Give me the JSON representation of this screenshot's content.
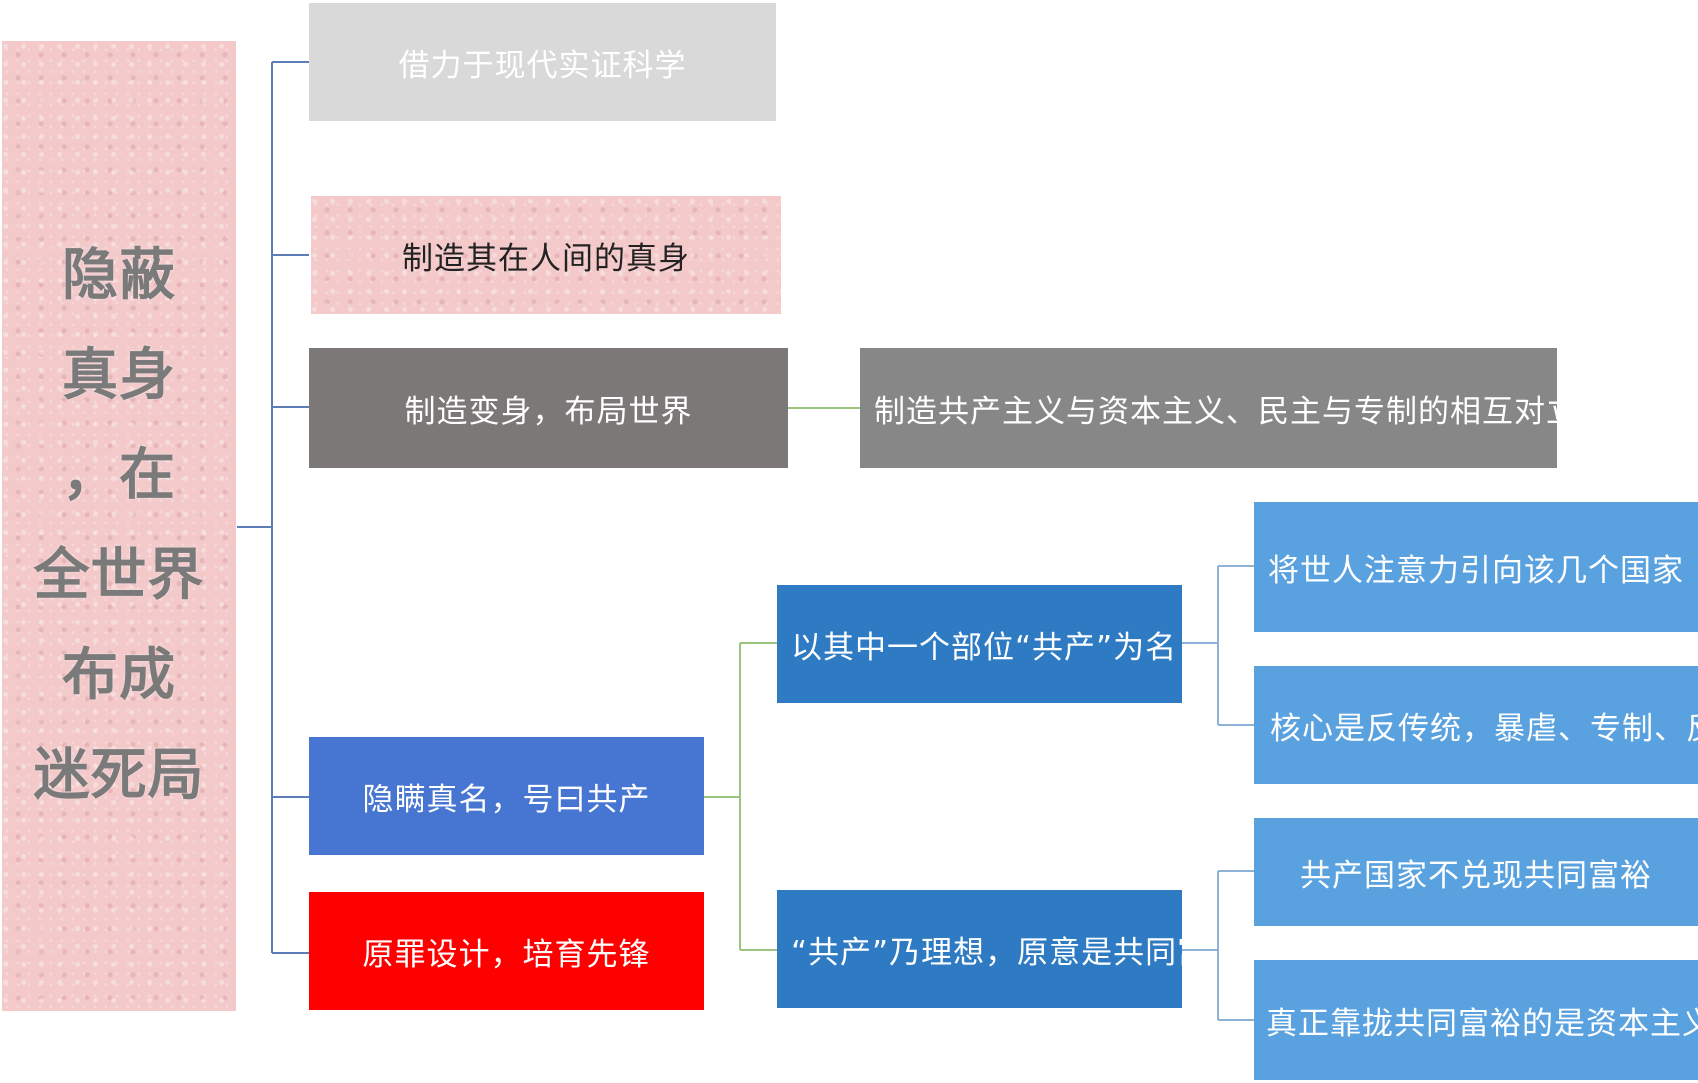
{
  "root": {
    "label": "隐蔽真身，在全世界布成迷死局"
  },
  "branches": [
    {
      "label": "借力于现代实证科学"
    },
    {
      "label": "制造其在人间的真身"
    },
    {
      "label": "制造变身，布局世界",
      "child": "制造共产主义与资本主义、民主与专制的相互对立"
    },
    {
      "label": "隐瞒真名，号曰共产"
    },
    {
      "label": "原罪设计，培育先锋"
    }
  ],
  "sub_nodes": [
    {
      "label": "以其中一个部位“共产”为名"
    },
    {
      "label": "“共产”乃理想，原意是共同富裕"
    }
  ],
  "leaf_nodes": [
    {
      "label": "将世人注意力引向该几个国家"
    },
    {
      "label": "核心是反传统，暴虐、专制、反人性"
    },
    {
      "label": "共产国家不兑现共同富裕"
    },
    {
      "label": "真正靠拢共同富裕的是资本主义国家"
    }
  ],
  "colors": {
    "gray_light": "#d9d9d9",
    "pink": "#f3c9ca",
    "gray_dark": "#7d7878",
    "gray_mid": "#878787",
    "blue_mid": "#4676d2",
    "red": "#ff0000",
    "blue_dark": "#2e7bc3",
    "blue_light": "#5aa2df"
  }
}
